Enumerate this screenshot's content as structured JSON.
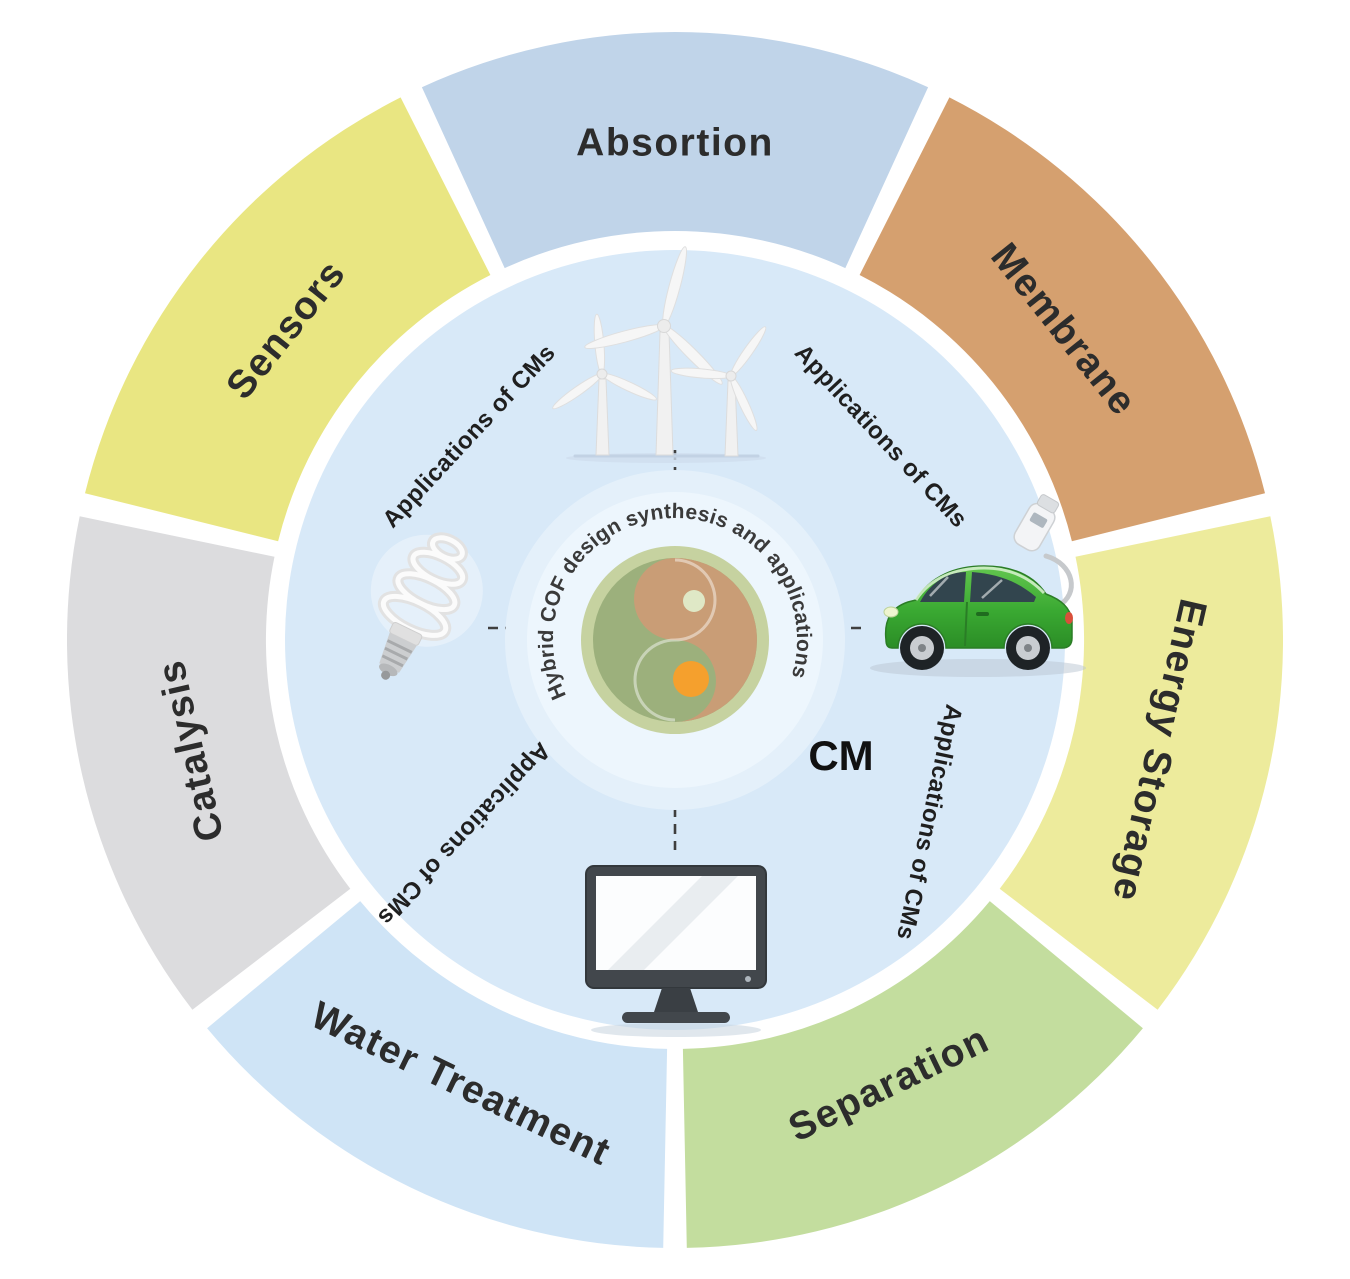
{
  "wheel": {
    "outer_segments": [
      {
        "label": "Absortion",
        "color": "#c0d4e9"
      },
      {
        "label": "Membrane",
        "color": "#d5a06f"
      },
      {
        "label": "Energy Storage",
        "color": "#edeb9c"
      },
      {
        "label": "Separation",
        "color": "#c3dd9e"
      },
      {
        "label": "Water Treatment",
        "color": "#cfe4f6"
      },
      {
        "label": "Catalysis",
        "color": "#dcdcde"
      },
      {
        "label": "Sensors",
        "color": "#e9e682"
      }
    ],
    "inner_label": "Applications of CMs",
    "center_text": "Hybrid COF design synthesis and applications",
    "cm_label": "CM",
    "icons": [
      {
        "name": "wind-turbines-icon"
      },
      {
        "name": "cfl-bulb-icon"
      },
      {
        "name": "electric-car-icon"
      },
      {
        "name": "ev-charger-icon"
      },
      {
        "name": "monitor-icon"
      },
      {
        "name": "yin-yang-logo-icon"
      }
    ],
    "colors": {
      "inner_disc": "#d8e9f8",
      "halo_outer": "#e4f0fa",
      "halo_inner": "#edf6fd",
      "logo_ring": "#c6d2a0",
      "logo_green": "#9cb07c",
      "logo_tan": "#c99d76",
      "logo_orange": "#f5a02d",
      "logo_dot": "#dfe8c6"
    }
  }
}
